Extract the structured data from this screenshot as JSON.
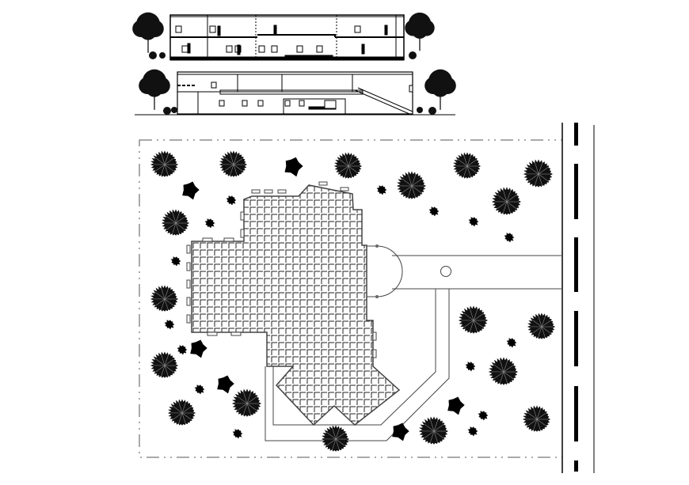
{
  "drawing": {
    "background": "#ffffff",
    "line_color": "#000000",
    "grid_color": "#333333",
    "path_color": "#555555"
  },
  "views": [
    {
      "id": "section",
      "kind": "building-section"
    },
    {
      "id": "elevation",
      "kind": "building-elevation"
    },
    {
      "id": "site-plan",
      "kind": "site-plan"
    }
  ],
  "icons": [
    "deciduous-tree-icon",
    "shrub-icon",
    "round-tree-icon",
    "palm-tree-icon",
    "star-shrub-icon"
  ]
}
